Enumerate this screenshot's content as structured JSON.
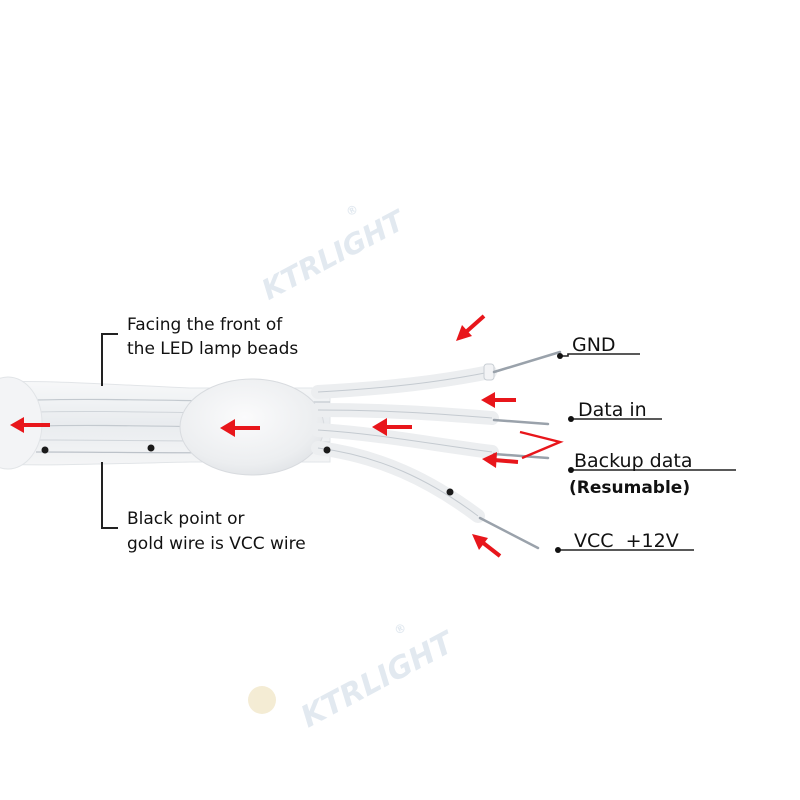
{
  "notes": {
    "top": [
      "Facing the front of",
      "the LED lamp beads"
    ],
    "bottom": [
      "Black point or",
      "gold wire is VCC wire"
    ]
  },
  "pins": {
    "gnd": "GND",
    "data_in": "Data in",
    "backup": "Backup data",
    "resumable": "(Resumable)",
    "vcc": "VCC  +12V"
  },
  "watermark": {
    "brand": "KTRLIGHT",
    "registered": "®"
  },
  "colors": {
    "arrow": "#e8161b",
    "cable": "#eef0f2",
    "strand": "#b9c0c8",
    "label_line": "#222222"
  }
}
